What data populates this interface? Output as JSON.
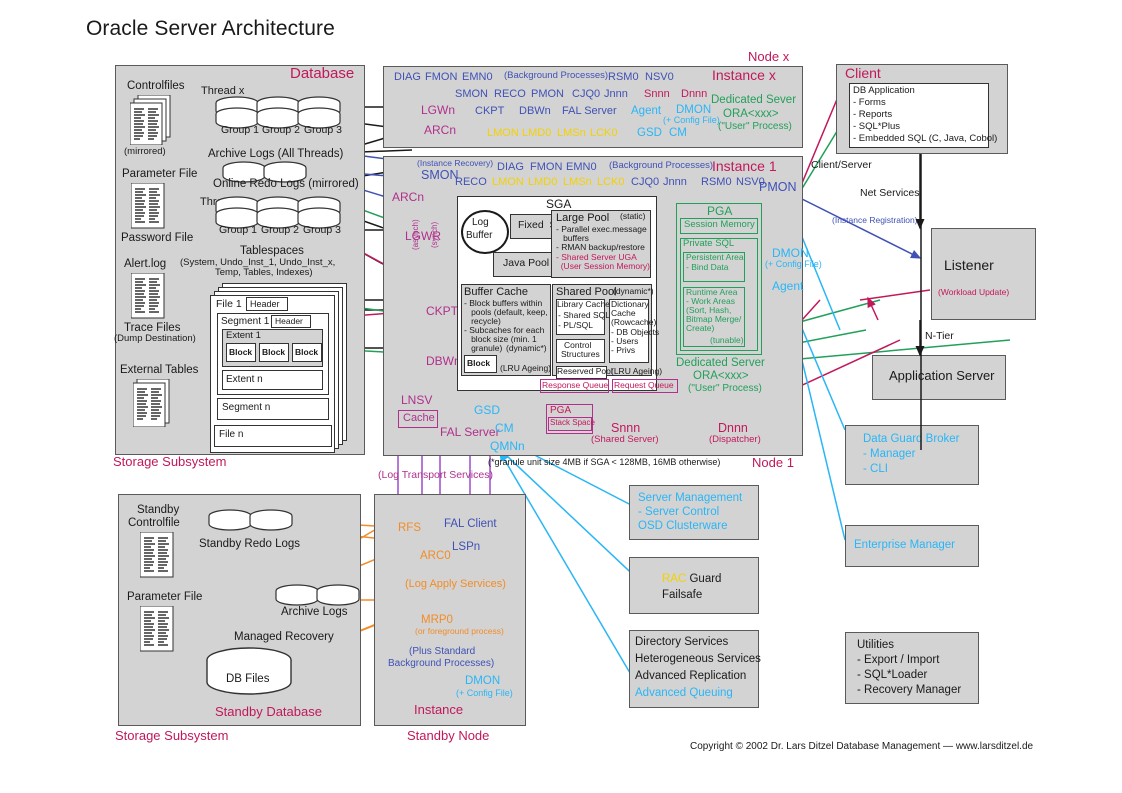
{
  "page": {
    "title": "Oracle Server Architecture",
    "copyright": "Copyright © 2002 Dr. Lars Ditzel Database Management — www.larsditzel.de"
  },
  "database_panel": {
    "heading": "Database",
    "caption": "Storage Subsystem",
    "controlfiles_label": "Controlfiles",
    "controlfiles_note": "(mirrored)",
    "parameter_file": "Parameter File",
    "password_file": "Password File",
    "alert_log": "Alert.log",
    "trace_files": "Trace Files",
    "trace_files_note": "(Dump Destination)",
    "external_tables": "External Tables",
    "thread_x": "Thread x",
    "thread_1": "Thread 1",
    "groups_top": [
      "Group 1",
      "Group 2",
      "Group 3"
    ],
    "groups_bottom": [
      "Group 1",
      "Group 2",
      "Group 3"
    ],
    "archive_logs": "Archive Logs (All Threads)",
    "online_redo_logs": "Online Redo Logs (mirrored)",
    "tablespaces": "Tablespaces",
    "tablespaces_detail_1": "(System, Undo_Inst_1, Undo_Inst_x,",
    "tablespaces_detail_2": "Temp, Tables, Indexes)",
    "file_1": "File 1",
    "header_1": "Header",
    "segment_1": "Segment 1",
    "header_2": "Header",
    "extent_1": "Extent 1",
    "blocks": [
      "Block",
      "Block",
      "Block"
    ],
    "extent_n": "Extent n",
    "segment_n": "Segment n",
    "file_n": "File n"
  },
  "instance_x": {
    "node_label": "Node x",
    "title": "Instance x",
    "row1": [
      "DIAG",
      "FMON",
      "EMN0"
    ],
    "row1_note": "(Background Processes)",
    "row1_right": [
      "RSM0",
      "NSV0"
    ],
    "row2": [
      "SMON",
      "RECO",
      "PMON",
      "CJQ0",
      "Jnnn"
    ],
    "row2_magenta": [
      "Snnn",
      "Dnnn"
    ],
    "row3": [
      "CKPT",
      "DBWn",
      "FAL Server"
    ],
    "row3_cyan": [
      "Agent",
      "DMON"
    ],
    "dmon_note": "(+ Config File)",
    "row4_yellow": [
      "LMON",
      "LMD0",
      "LMSn",
      "LCK0"
    ],
    "row4_cyan": [
      "GSD",
      "CM"
    ],
    "left_lgwn": "LGWn",
    "left_arcn": "ARCn",
    "dedicated_server": "Dedicated Sever",
    "dedicated_ora": "ORA<xxx>",
    "dedicated_user": "(\"User\" Process)"
  },
  "instance_1": {
    "node_label": "Node 1",
    "title": "Instance 1",
    "instance_recovery": "(Instance Recovery)",
    "smon": "SMON",
    "arcn": "ARCn",
    "lgwr": "LGWR",
    "lgwr_asynch": "(asynch)",
    "lgwr_synch": "(synch)",
    "ckpt": "CKPT",
    "dbwn": "DBWn",
    "lnsv": "LNSV",
    "cache": "Cache",
    "fal_server": "FAL Server",
    "pmon": "PMON",
    "row1": [
      "DIAG",
      "FMON",
      "EMN0"
    ],
    "row1_note": "(Background Processes)",
    "row2_blue": [
      "RECO",
      "CJQ0",
      "Jnnn",
      "RSM0",
      "NSV0"
    ],
    "row2_yellow": [
      "LMON",
      "LMD0",
      "LMSn",
      "LCK0"
    ],
    "gsd": "GSD",
    "cm": "CM",
    "qmnn": "QMNn",
    "dmon": "DMON",
    "dmon_note": "(+ Config File)",
    "agent": "Agent",
    "granule_note": "(*granule unit size 4MB if SGA < 128MB, 16MB otherwise)",
    "snnn": "Snnn",
    "snnn_note": "(Shared Server)",
    "dnnn": "Dnnn",
    "dnnn_note": "(Dispatcher)",
    "pga_small": "PGA",
    "stack_space": "Stack Space",
    "dedicated_server": "Dedicated Server",
    "dedicated_ora": "ORA<xxx>",
    "dedicated_user": "(\"User\" Process)",
    "log_transport": "(Log Transport Services)"
  },
  "sga": {
    "title": "SGA",
    "log_buffer_1": "Log",
    "log_buffer_2": "Buffer",
    "fixed_sga": "Fixed  SGA",
    "java_pool": "Java Pool",
    "large_pool": {
      "title": "Large Pool",
      "static": "(static)",
      "lines": [
        "- Parallel exec.message",
        "   buffers",
        "- RMAN backup/restore"
      ],
      "magenta_lines": [
        "- Shared Server UGA",
        "  (User Session Memory)"
      ]
    },
    "buffer_cache": {
      "title": "Buffer Cache",
      "lines": [
        "- Block buffers within",
        "   pools (default, keep,",
        "   recycle)",
        "- Subcaches for each",
        "   block size (min. 1",
        "   granule)"
      ],
      "dynamic": "(dynamic*)",
      "block": "Block",
      "lru": "(LRU Ageing)"
    },
    "shared_pool": {
      "title": "Shared Pool",
      "dynamic": "(dynamic*)",
      "library_cache": "Library Cache",
      "library_lines": [
        "- Shared SQL",
        "- PL/SQL"
      ],
      "control_structures_1": "Control",
      "control_structures_2": "Structures",
      "reserved_pool": "Reserved Pool",
      "dictionary_lines": [
        "Dictionary",
        "Cache",
        "(Rowcache)",
        "- DB Objects",
        "- Users",
        "- Privs"
      ],
      "lru": "(LRU Ageing)"
    },
    "response_queue": "Response Queue",
    "request_queue": "Request Queue"
  },
  "pga": {
    "title": "PGA",
    "session_memory": "Session Memory",
    "private_sql": "Private SQL",
    "persistent_area_1": "Persistent Area",
    "persistent_area_2": "- Bind Data",
    "runtime_lines": [
      "Runtime Area",
      "- Work Areas",
      "(Sort, Hash,",
      "Bitmap Merge/",
      "Create)"
    ],
    "tunable": "(tunable)"
  },
  "client": {
    "title": "Client",
    "app_title": "DB Application",
    "app_lines": [
      "- Forms",
      "- Reports",
      "- SQL*Plus",
      "- Embedded SQL (C, Java, Cobol)"
    ],
    "client_server": "Client/Server",
    "net_services": "Net Services",
    "instance_registration": "(Instance Registration)"
  },
  "listener": {
    "title": "Listener",
    "workload_update": "(Workload Update)"
  },
  "app_server": {
    "n_tier": "N-Tier",
    "title": "Application Server"
  },
  "data_guard_broker": {
    "title": "Data Guard Broker",
    "lines": [
      "- Manager",
      "- CLI"
    ]
  },
  "enterprise_manager": {
    "title": "Enterprise Manager"
  },
  "utilities": {
    "title": "Utilities",
    "lines": [
      "- Export / Import",
      "- SQL*Loader",
      "- Recovery Manager"
    ]
  },
  "server_management": {
    "line1": "Server Management",
    "line2": "- Server Control",
    "line3": "OSD Clusterware"
  },
  "rac_guard": {
    "rac": "RAC",
    "guard": " Guard",
    "failsafe": "Failsafe"
  },
  "directory_services": {
    "lines": [
      "Directory Services",
      "Heterogeneous Services",
      "Advanced Replication"
    ],
    "cyan_line": "Advanced Queuing"
  },
  "standby_database": {
    "title": "Standby Database",
    "caption": "Storage Subsystem",
    "standby_controlfile_1": "Standby",
    "standby_controlfile_2": "Controlfile",
    "parameter_file": "Parameter File",
    "standby_redo_logs": "Standby Redo Logs",
    "archive_logs": "Archive Logs",
    "managed_recovery": "Managed Recovery",
    "db_files": "DB Files"
  },
  "standby_node": {
    "title": "Instance",
    "caption": "Standby Node",
    "rfs": "RFS",
    "arc0": "ARC0",
    "lspn": "LSPn",
    "fal_client": "FAL Client",
    "log_apply": "(Log Apply Services)",
    "mrp0": "MRP0",
    "mrp0_note": "(or foreground process)",
    "plus_standard_1": "(Plus Standard",
    "plus_standard_2": "Background Processes)",
    "dmon": "DMON",
    "dmon_note": "(+ Config File)"
  },
  "colors": {
    "magenta": "#c2185b",
    "purple": "#9c4dcc",
    "blue": "#3f51b5",
    "cyan": "#29b6f6",
    "green": "#22a05a",
    "yellow": "#f4d100",
    "orange": "#f28c28",
    "panel": "#d3d3d3",
    "border": "#5a5a5a"
  }
}
